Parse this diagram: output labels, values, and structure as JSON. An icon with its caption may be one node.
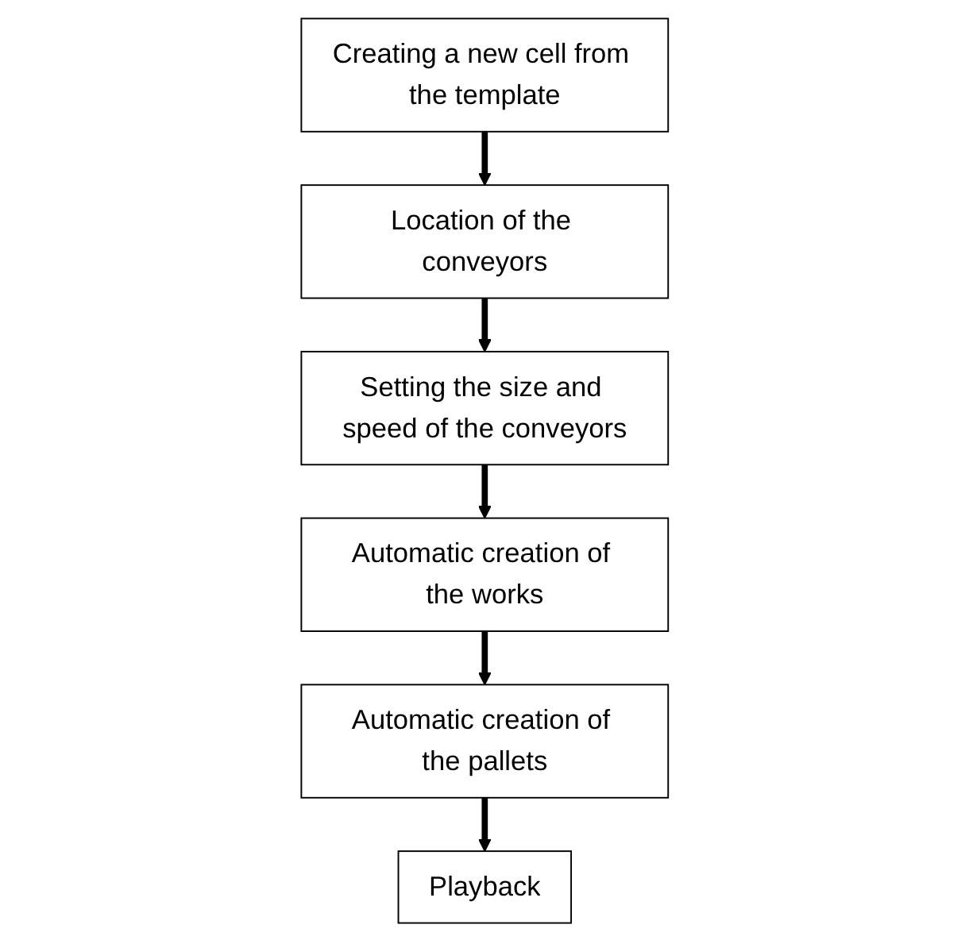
{
  "diagram": {
    "nodes": [
      {
        "text": [
          "Creating a new cell from the template"
        ]
      },
      {
        "text": [
          "Location of the conveyors"
        ]
      },
      {
        "text": [
          "Setting the size and speed of the conveyors"
        ]
      },
      {
        "text": [
          "Automatic creation of the works"
        ]
      },
      {
        "text": [
          "Automatic creation of the pallets"
        ]
      },
      {
        "text": [
          "Playback"
        ]
      }
    ],
    "edges": [
      {
        "from": 0,
        "to": 1,
        "arrow": "to"
      },
      {
        "from": 1,
        "to": 2,
        "arrow": "to"
      },
      {
        "from": 2,
        "to": 3,
        "arrow": "to"
      },
      {
        "from": 3,
        "to": 4,
        "arrow": "to"
      },
      {
        "from": 4,
        "to": 5,
        "arrow": "to"
      }
    ]
  }
}
